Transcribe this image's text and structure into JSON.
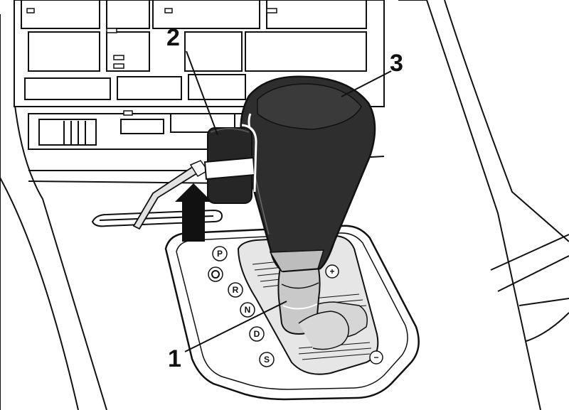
{
  "callouts": {
    "one": "1",
    "two": "2",
    "three": "3"
  },
  "gate": {
    "positions": [
      "P",
      "",
      "R",
      "N",
      "D",
      "S"
    ],
    "plus": "+",
    "minus": "−"
  },
  "colors": {
    "ink": "#111111",
    "knob": "#2e2e2e",
    "boot_top": "#b9b9b9",
    "boot_low": "#c9c9c9",
    "clip": "#262626"
  }
}
